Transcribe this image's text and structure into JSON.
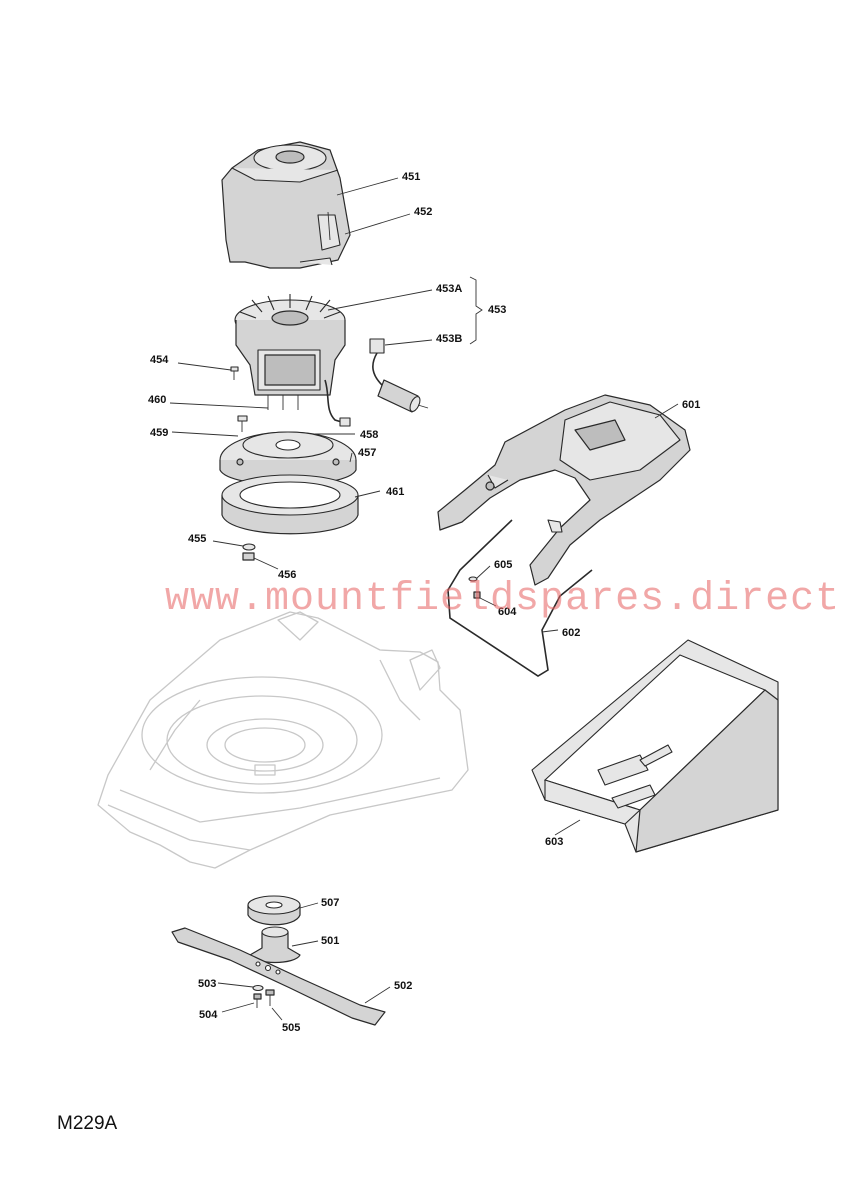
{
  "diagram_code": "M229A",
  "watermark": "www.mountfieldspares.direct",
  "colors": {
    "watermark": "#e65f5f",
    "part_fill": "#d4d4d4",
    "outline": "#2a2a2a",
    "ghost_deck": "#c8c8c8"
  },
  "callouts": {
    "p451": "451",
    "p452": "452",
    "p453": "453",
    "p453a": "453A",
    "p453b": "453B",
    "p454": "454",
    "p455": "455",
    "p456": "456",
    "p457": "457",
    "p458": "458",
    "p459": "459",
    "p460": "460",
    "p461": "461",
    "p501": "501",
    "p502": "502",
    "p503": "503",
    "p504": "504",
    "p505": "505",
    "p507": "507",
    "p601": "601",
    "p602": "602",
    "p603": "603",
    "p604": "604",
    "p605": "605"
  }
}
